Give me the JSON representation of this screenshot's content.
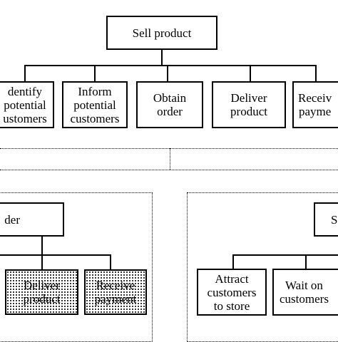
{
  "diagram": {
    "root": {
      "label": "Sell product"
    },
    "level1": [
      {
        "label": "dentify\npotential\nustomers"
      },
      {
        "label": "Inform\npotential\ncustomers"
      },
      {
        "label": "Obtain\norder"
      },
      {
        "label": "Deliver\nproduct"
      },
      {
        "label": "Receiv\npayme"
      }
    ],
    "left_group": {
      "head_label": "der",
      "children": [
        {
          "label": "Deliver\nproduct"
        },
        {
          "label": "Receive\npayment"
        }
      ]
    },
    "right_group": {
      "head_label": "S",
      "children": [
        {
          "label": "Attract\ncustomers\nto store"
        },
        {
          "label": "Wait on\ncustomers"
        }
      ]
    }
  }
}
